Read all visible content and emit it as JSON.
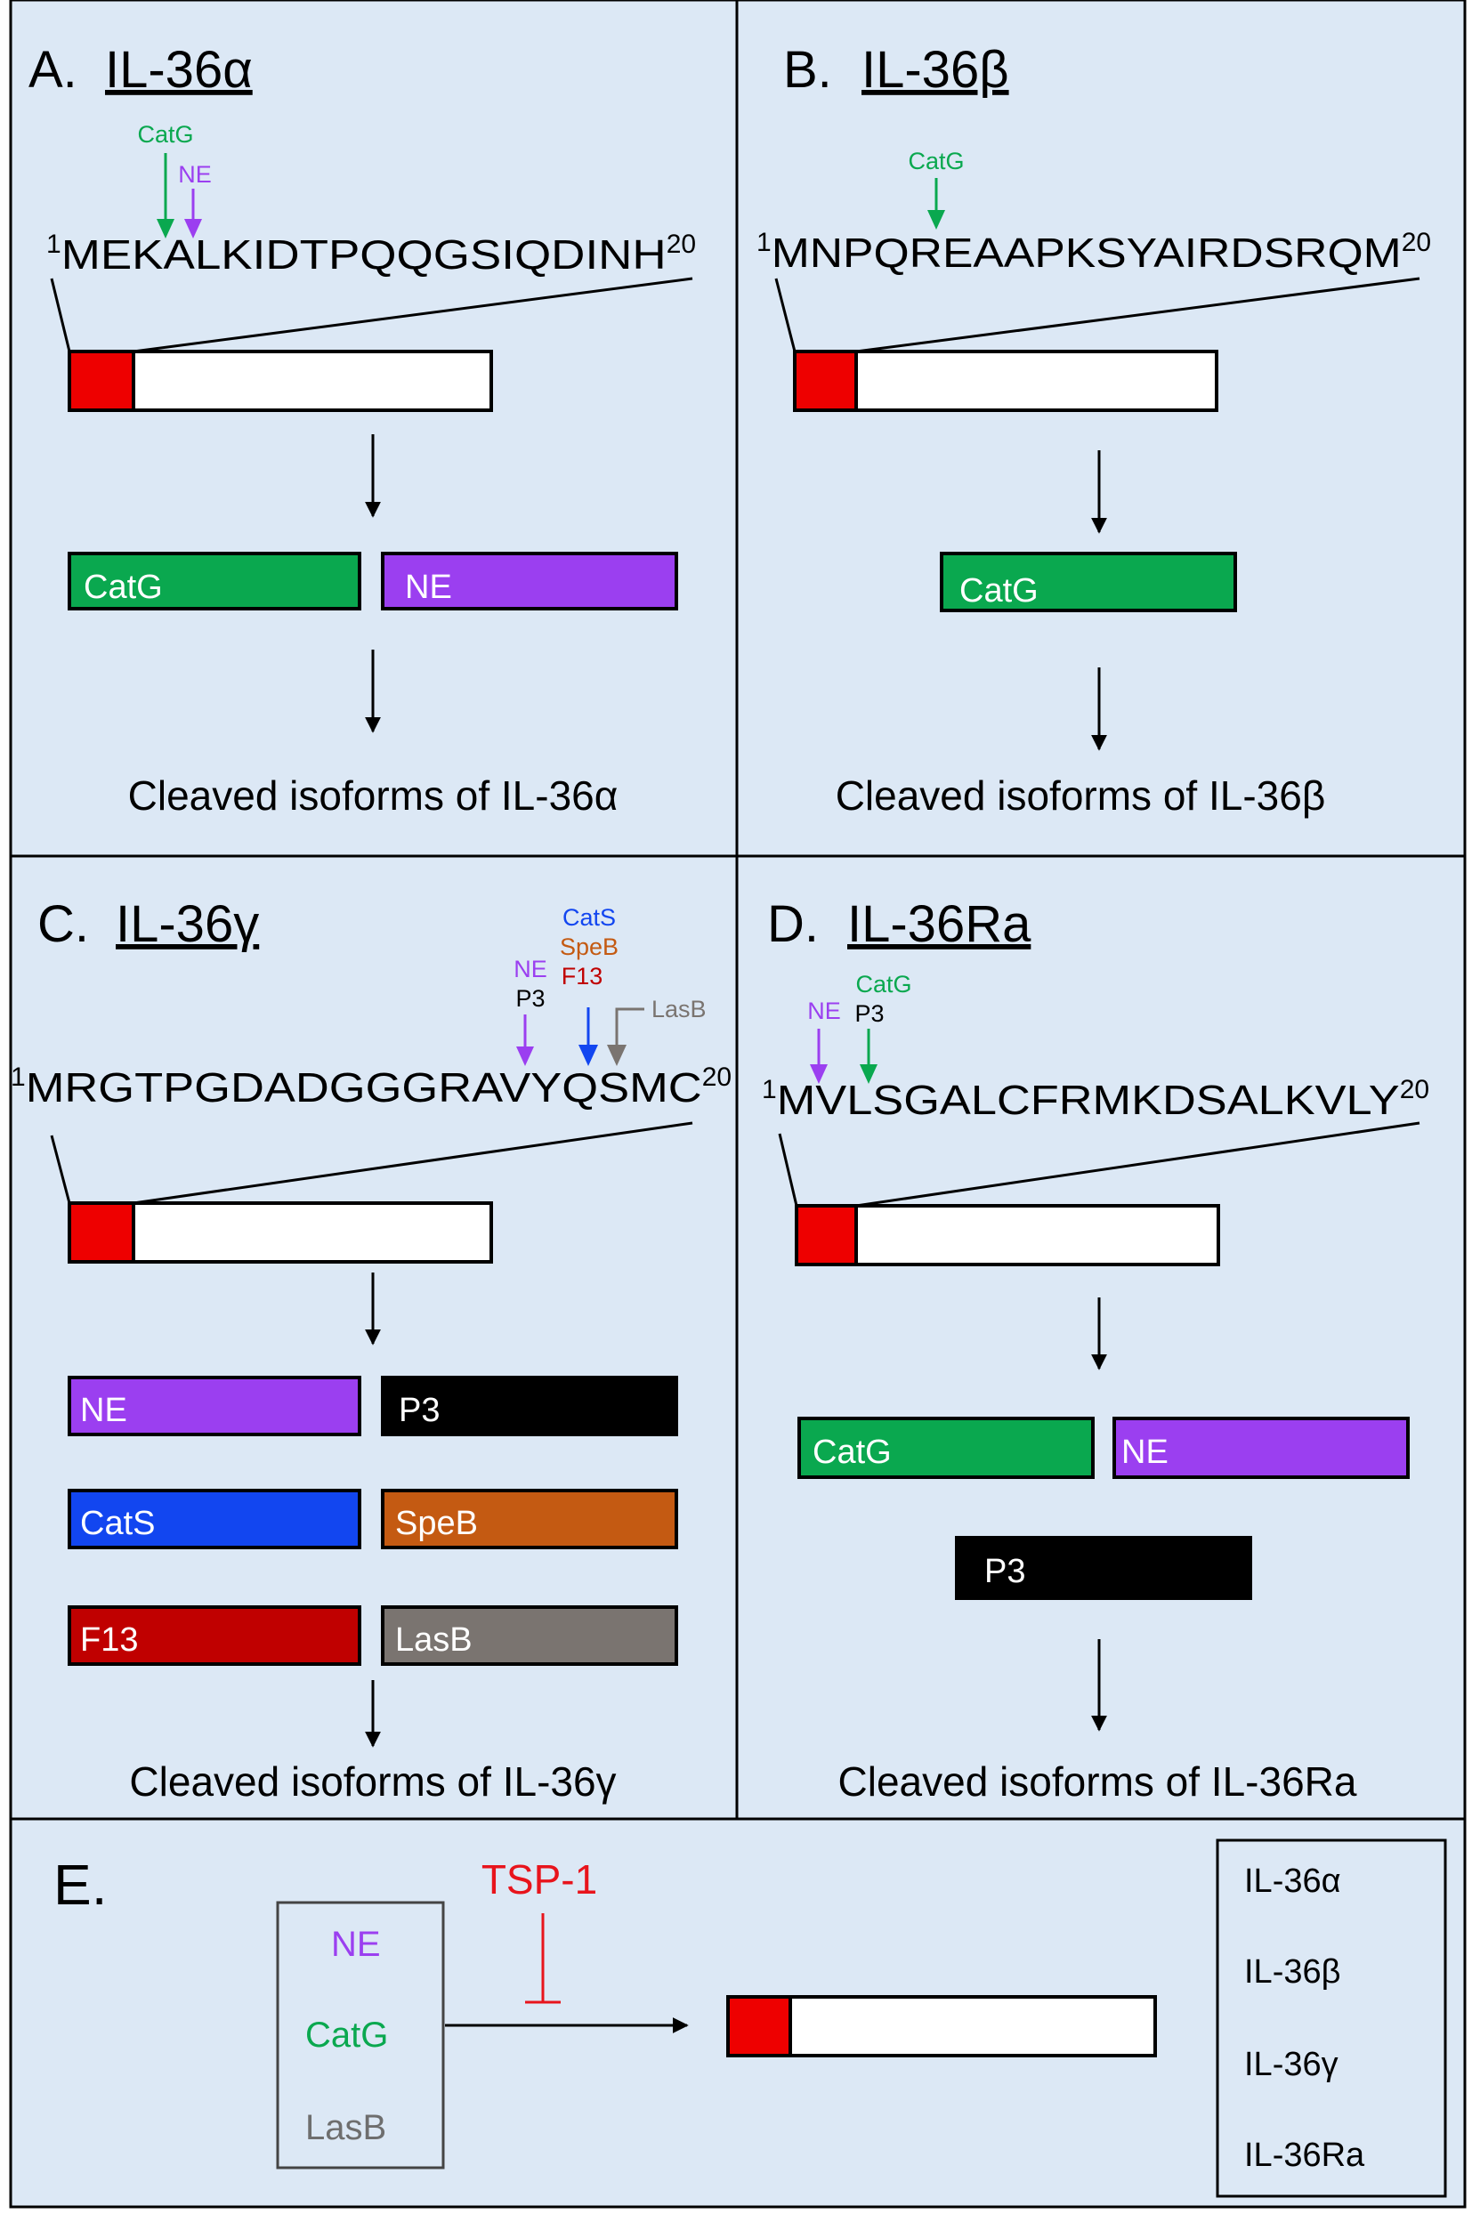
{
  "colors": {
    "panel_bg": "#dce8f5",
    "catg": "#0aa84f",
    "ne": "#9b3ff0",
    "cats": "#1246f0",
    "speb": "#c45a12",
    "f13": "#c00000",
    "lasb": "#7a7470",
    "p3": "#000000",
    "tsp1": "#e8141c",
    "prodomain": "#ee0000"
  },
  "panels": {
    "a": {
      "letter": "A.",
      "title": "IL-36α",
      "sequence": {
        "start": "1",
        "residues": "MEKALKIDTPQQGSIQDINH",
        "end": "20"
      },
      "site_labels": [
        "CatG",
        "NE"
      ],
      "products": [
        "CatG",
        "NE"
      ],
      "result": "Cleaved isoforms of IL-36α"
    },
    "b": {
      "letter": "B.",
      "title": "IL-36β",
      "sequence": {
        "start": "1",
        "residues": "MNPQREAAPKSYAIRDSRQM",
        "end": "20"
      },
      "site_labels": [
        "CatG"
      ],
      "products": [
        "CatG"
      ],
      "result": "Cleaved isoforms of IL-36β"
    },
    "c": {
      "letter": "C.",
      "title": "IL-36γ",
      "sequence": {
        "start": "1",
        "residues": "MRGTPGDADGGGRAVYQSMC",
        "end": "20"
      },
      "site_labels": [
        "NE",
        "P3",
        "CatS",
        "SpeB",
        "F13",
        "LasB"
      ],
      "products": [
        "NE",
        "P3",
        "CatS",
        "SpeB",
        "F13",
        "LasB"
      ],
      "result": "Cleaved isoforms of IL-36γ"
    },
    "d": {
      "letter": "D.",
      "title": "IL-36Ra",
      "sequence": {
        "start": "1",
        "residues": "MVLSGALCFRMKDSALKVLY",
        "end": "20"
      },
      "site_labels": [
        "NE",
        "CatG",
        "P3"
      ],
      "products": [
        "CatG",
        "NE",
        "P3"
      ],
      "result": "Cleaved isoforms of IL-36Ra"
    },
    "e": {
      "letter": "E.",
      "proteases": [
        "NE",
        "CatG",
        "LasB"
      ],
      "inhibitor": "TSP-1",
      "cytokines": [
        "IL-36α",
        "IL-36β",
        "IL-36γ",
        "IL-36Ra"
      ]
    }
  }
}
